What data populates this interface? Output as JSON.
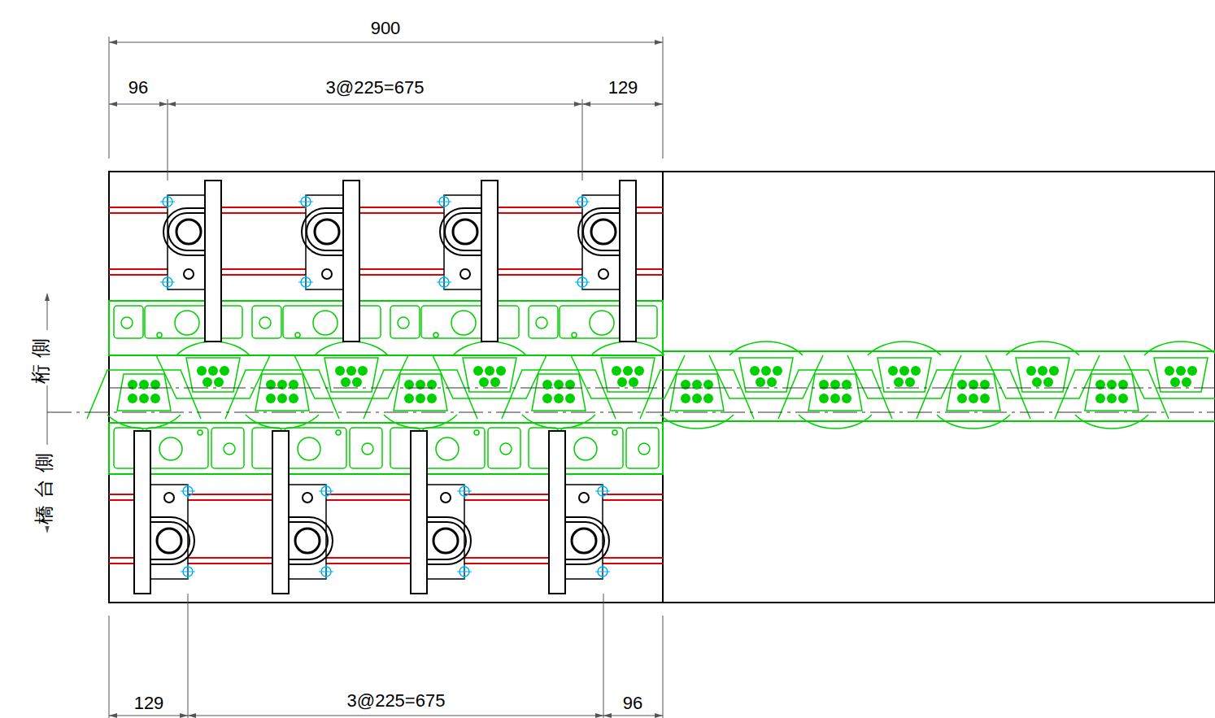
{
  "diagram": {
    "labels": [
      "900",
      "96",
      "3@225=675",
      "129",
      "桁側",
      "橋台側",
      "129",
      "3@225=675",
      "96"
    ]
  }
}
